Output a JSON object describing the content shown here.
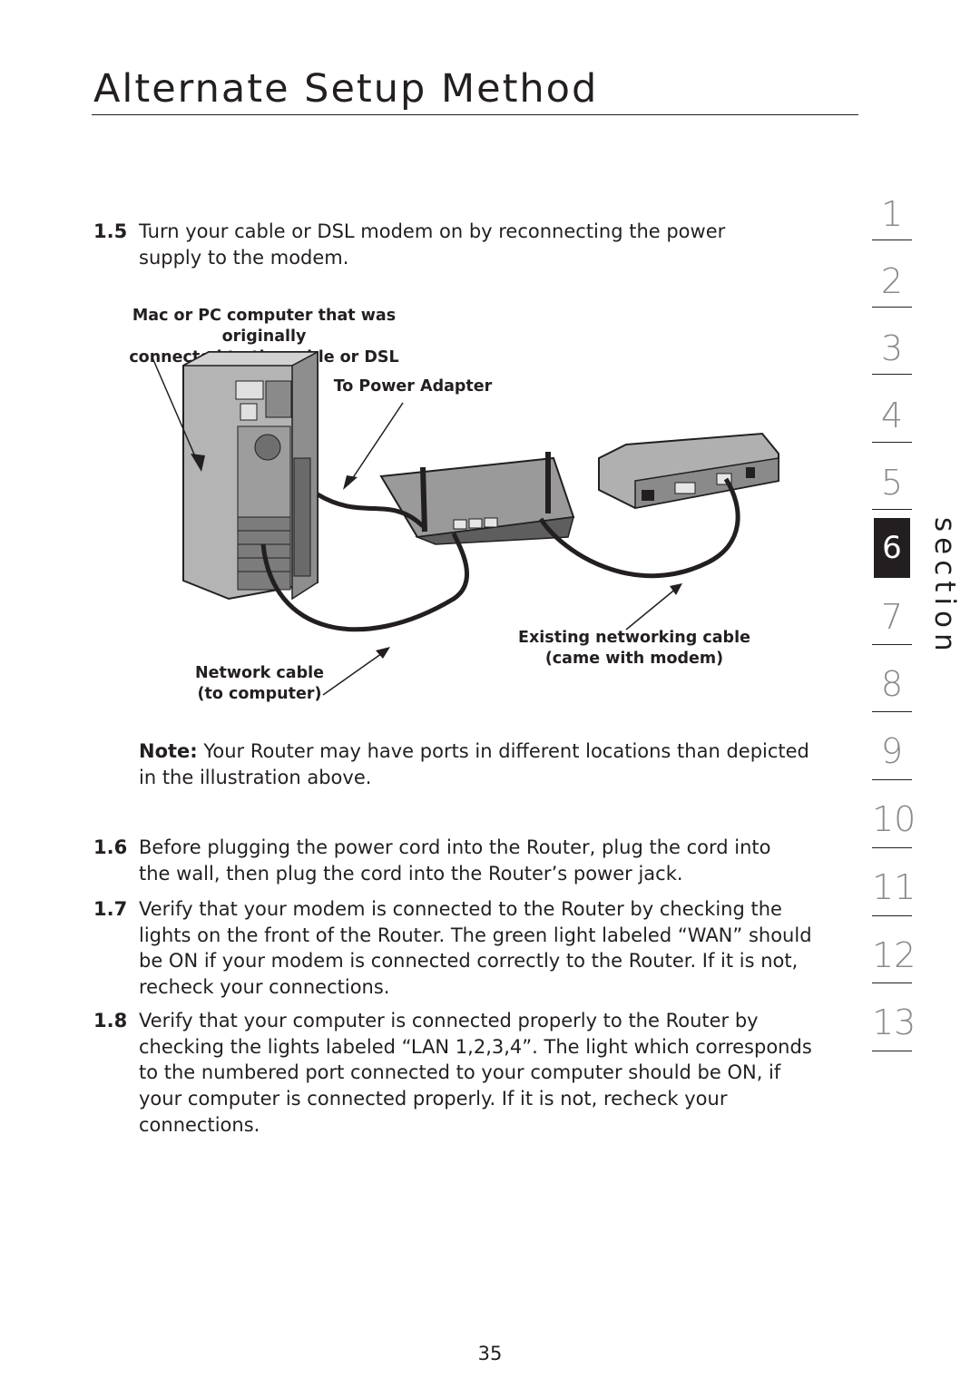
{
  "header": {
    "title": "Alternate Setup Method"
  },
  "steps": [
    {
      "number": "1.5",
      "text": "Turn your cable or DSL modem on by reconnecting the power supply to the modem."
    },
    {
      "number": "1.6",
      "text": "Before plugging the power cord into the Router, plug the cord into the wall, then plug the cord into the Router’s power jack."
    },
    {
      "number": "1.7",
      "text": "Verify that your modem is connected to the Router by checking the lights on the front of the Router. The green light labeled “WAN” should be ON if your modem is connected correctly to the Router. If it is not, recheck your connections."
    },
    {
      "number": "1.8",
      "text": "Verify that your computer is connected properly to the Router by checking the lights labeled “LAN 1,2,3,4”. The light which corresponds to the numbered port connected to your computer should be ON, if your computer is connected properly. If it is not, recheck your connections."
    }
  ],
  "illustration": {
    "computer_label": "Mac or PC computer that was originally\nconnected to the cable or DSL modem",
    "power_label": "To Power Adapter",
    "network_cable_label": "Network cable\n(to computer)",
    "existing_cable_label": "Existing networking cable\n(came with modem)"
  },
  "note": {
    "label": "Note:",
    "text": " Your Router may have ports in different locations than depicted in the illustration above."
  },
  "section_nav": {
    "items": [
      "1",
      "2",
      "3",
      "4",
      "5",
      "6",
      "7",
      "8",
      "9",
      "10",
      "11",
      "12",
      "13"
    ],
    "active": "6",
    "label": "section"
  },
  "footer": {
    "page_number": "35"
  }
}
